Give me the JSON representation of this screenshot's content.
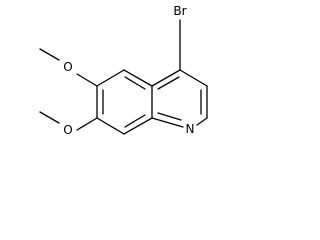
{
  "molecule": {
    "atoms": {
      "bromine": "Br",
      "nitrogen": "N",
      "oxygen_6": "O",
      "oxygen_7": "O"
    }
  }
}
